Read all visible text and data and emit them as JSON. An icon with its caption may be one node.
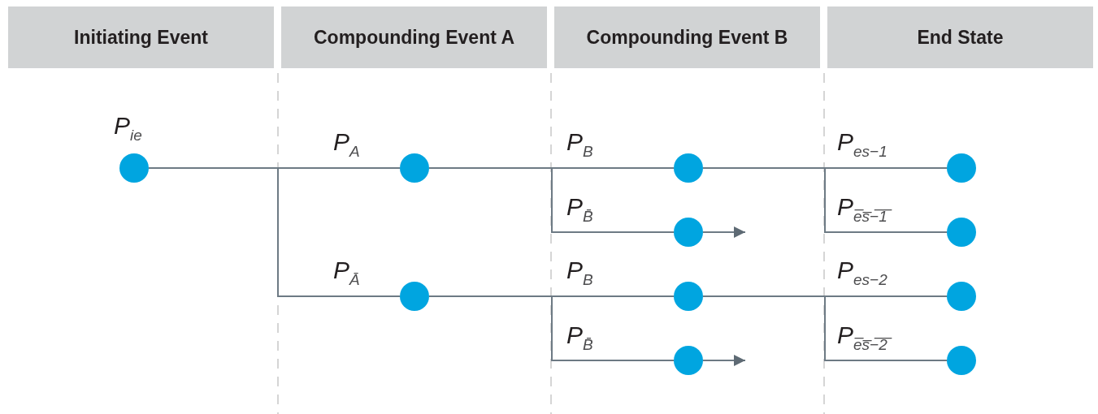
{
  "diagram": {
    "nodes": [
      {
        "text": [
          "Initiating Event"
        ]
      },
      {
        "text": [
          "Compounding Event A"
        ]
      },
      {
        "text": [
          "Compounding Event B"
        ]
      },
      {
        "text": [
          "End State"
        ]
      },
      {
        "text": [],
        "shape": "circle",
        "beside": [
          "P$_{ie}$"
        ]
      },
      {
        "text": [],
        "shape": "circle",
        "beside": [
          "P$_{A}$"
        ]
      },
      {
        "text": [],
        "shape": "circle",
        "beside": [
          "P$_{B}$"
        ]
      },
      {
        "text": [],
        "shape": "circle",
        "beside": [
          "P$_{B̄}$"
        ]
      },
      {
        "text": [],
        "shape": "circle",
        "beside": [
          "P$_{Ā}$"
        ]
      },
      {
        "text": [],
        "shape": "circle",
        "beside": [
          "P$_{B}$"
        ]
      },
      {
        "text": [],
        "shape": "circle",
        "beside": [
          "P$_{B̄}$"
        ]
      },
      {
        "text": [],
        "shape": "circle",
        "beside": [
          "P$_{es−1}$"
        ]
      },
      {
        "text": [],
        "shape": "circle",
        "beside": [
          "P$_{e̅s̅−̅1̅}$"
        ]
      },
      {
        "text": [],
        "shape": "circle",
        "beside": [
          "P$_{es−2}$"
        ]
      },
      {
        "text": [],
        "shape": "circle",
        "beside": [
          "P$_{e̅s̅−̅2̅}$"
        ]
      }
    ],
    "edges": [
      {
        "from": 4,
        "to": 5,
        "arrow": "none"
      },
      {
        "from": 4,
        "to": 8,
        "arrow": "none"
      },
      {
        "from": 5,
        "to": 6,
        "arrow": "none"
      },
      {
        "from": 5,
        "to": 7,
        "arrow": "none"
      },
      {
        "from": 7,
        "to": null,
        "arrow": "to"
      },
      {
        "from": 8,
        "to": 9,
        "arrow": "none"
      },
      {
        "from": 8,
        "to": 10,
        "arrow": "none"
      },
      {
        "from": 10,
        "to": null,
        "arrow": "to"
      },
      {
        "from": 6,
        "to": 11,
        "arrow": "none"
      },
      {
        "from": 6,
        "to": 12,
        "arrow": "none"
      },
      {
        "from": 9,
        "to": 13,
        "arrow": "none"
      },
      {
        "from": 9,
        "to": 14,
        "arrow": "none"
      }
    ]
  }
}
